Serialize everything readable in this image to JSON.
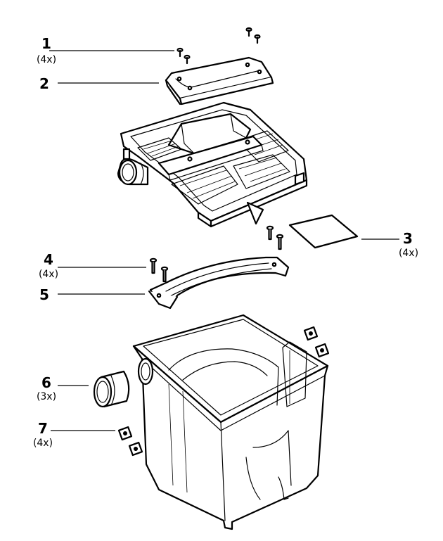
{
  "callouts": [
    {
      "number": "1",
      "quantity": "(4x)"
    },
    {
      "number": "2",
      "quantity": ""
    },
    {
      "number": "3",
      "quantity": "(4x)"
    },
    {
      "number": "4",
      "quantity": "(4x)"
    },
    {
      "number": "5",
      "quantity": ""
    },
    {
      "number": "6",
      "quantity": "(3x)"
    },
    {
      "number": "7",
      "quantity": "(4x)"
    }
  ]
}
